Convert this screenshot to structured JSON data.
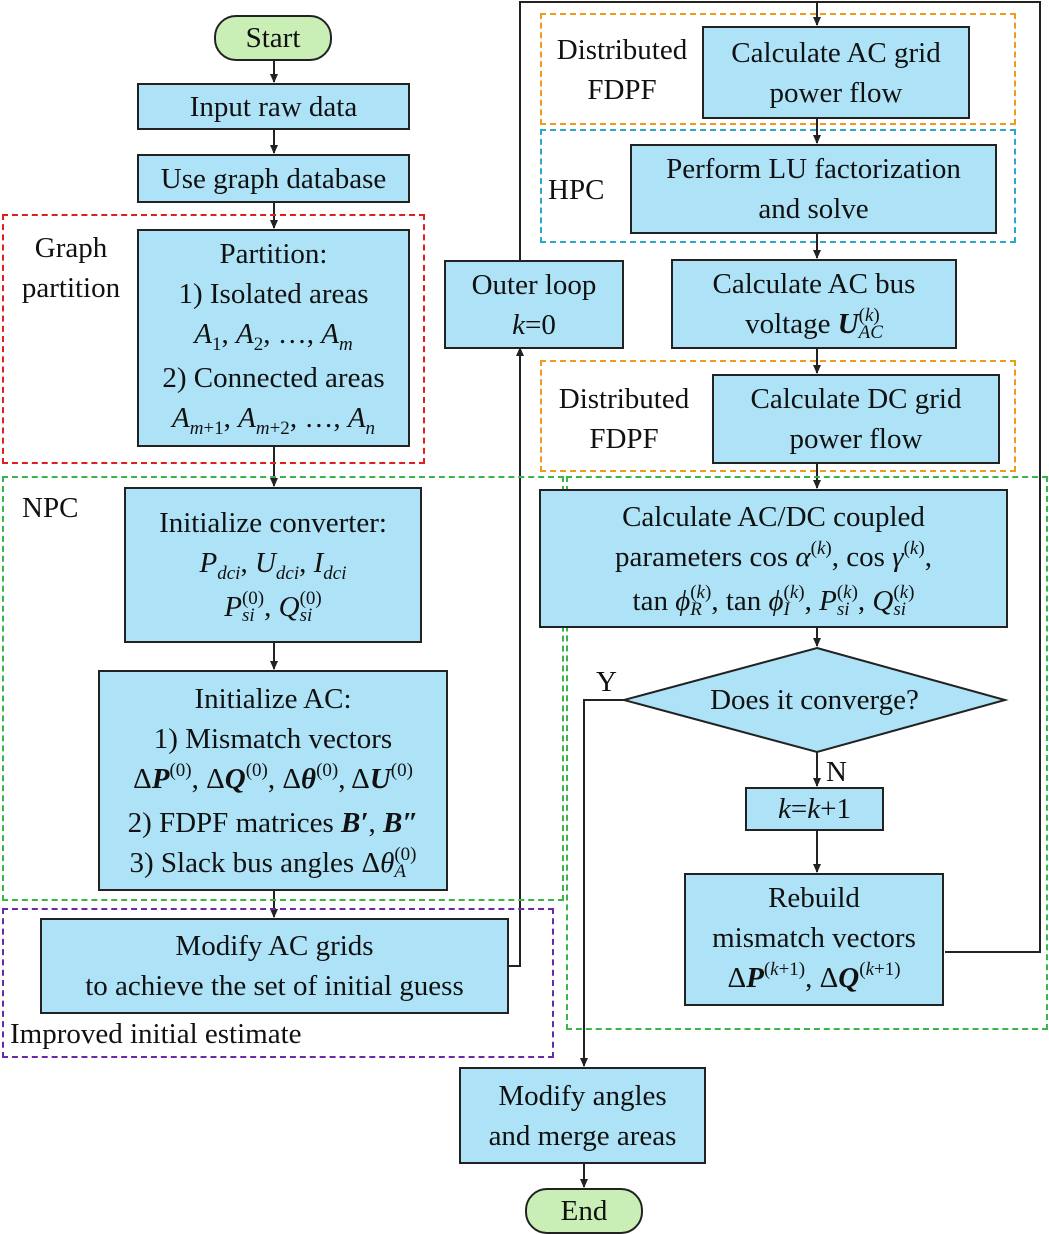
{
  "colors": {
    "process_fill": "#aee3f7",
    "terminal_fill": "#c9efb6",
    "line": "#222222",
    "graph_region": "#e02020",
    "npc_region": "#3bb54a",
    "distributed_region": "#f29a1a",
    "hpc_region": "#2aa8c9",
    "improved_region": "#6a2aa8"
  },
  "nodes": {
    "start": "Start",
    "input": "Input raw data",
    "graph_db": "Use graph database",
    "partition": {
      "l1": "Partition:",
      "l2": "1) Isolated areas",
      "l4": "2) Connected areas"
    },
    "init_conv": {
      "l1": "Initialize converter:"
    },
    "init_ac": {
      "l1": "Initialize AC:",
      "l2": "1) Mismatch vectors",
      "l4": "2) FDPF matrices",
      "l5": "3) Slack bus angles"
    },
    "modify_ac": {
      "l1": "Modify AC grids",
      "l2": "to achieve the set of initial guess"
    },
    "outer_loop": {
      "l1": "Outer loop"
    },
    "calc_ac_flow": {
      "l1": "Calculate AC grid",
      "l2": "power flow"
    },
    "lu": {
      "l1": "Perform LU factorization",
      "l2": "and solve"
    },
    "bus_voltage": {
      "l1": "Calculate AC bus",
      "l2": "voltage"
    },
    "calc_dc_flow": {
      "l1": "Calculate DC grid",
      "l2": "power flow"
    },
    "coupled": {
      "l1": "Calculate AC/DC coupled",
      "l2": "parameters cos"
    },
    "converge": "Does it converge?",
    "k_update": "k=k+1",
    "rebuild": {
      "l1": "Rebuild",
      "l2": "mismatch vectors"
    },
    "merge": {
      "l1": "Modify angles",
      "l2": "and merge areas"
    },
    "end": "End"
  },
  "regions": {
    "graph_partition": {
      "l1": "Graph",
      "l2": "partition"
    },
    "npc": "NPC",
    "improved": "Improved initial estimate",
    "dist1": {
      "l1": "Distributed",
      "l2": "FDPF"
    },
    "hpc": "HPC",
    "dist2": {
      "l1": "Distributed",
      "l2": "FDPF"
    }
  },
  "edge_labels": {
    "yes": "Y",
    "no": "N"
  }
}
